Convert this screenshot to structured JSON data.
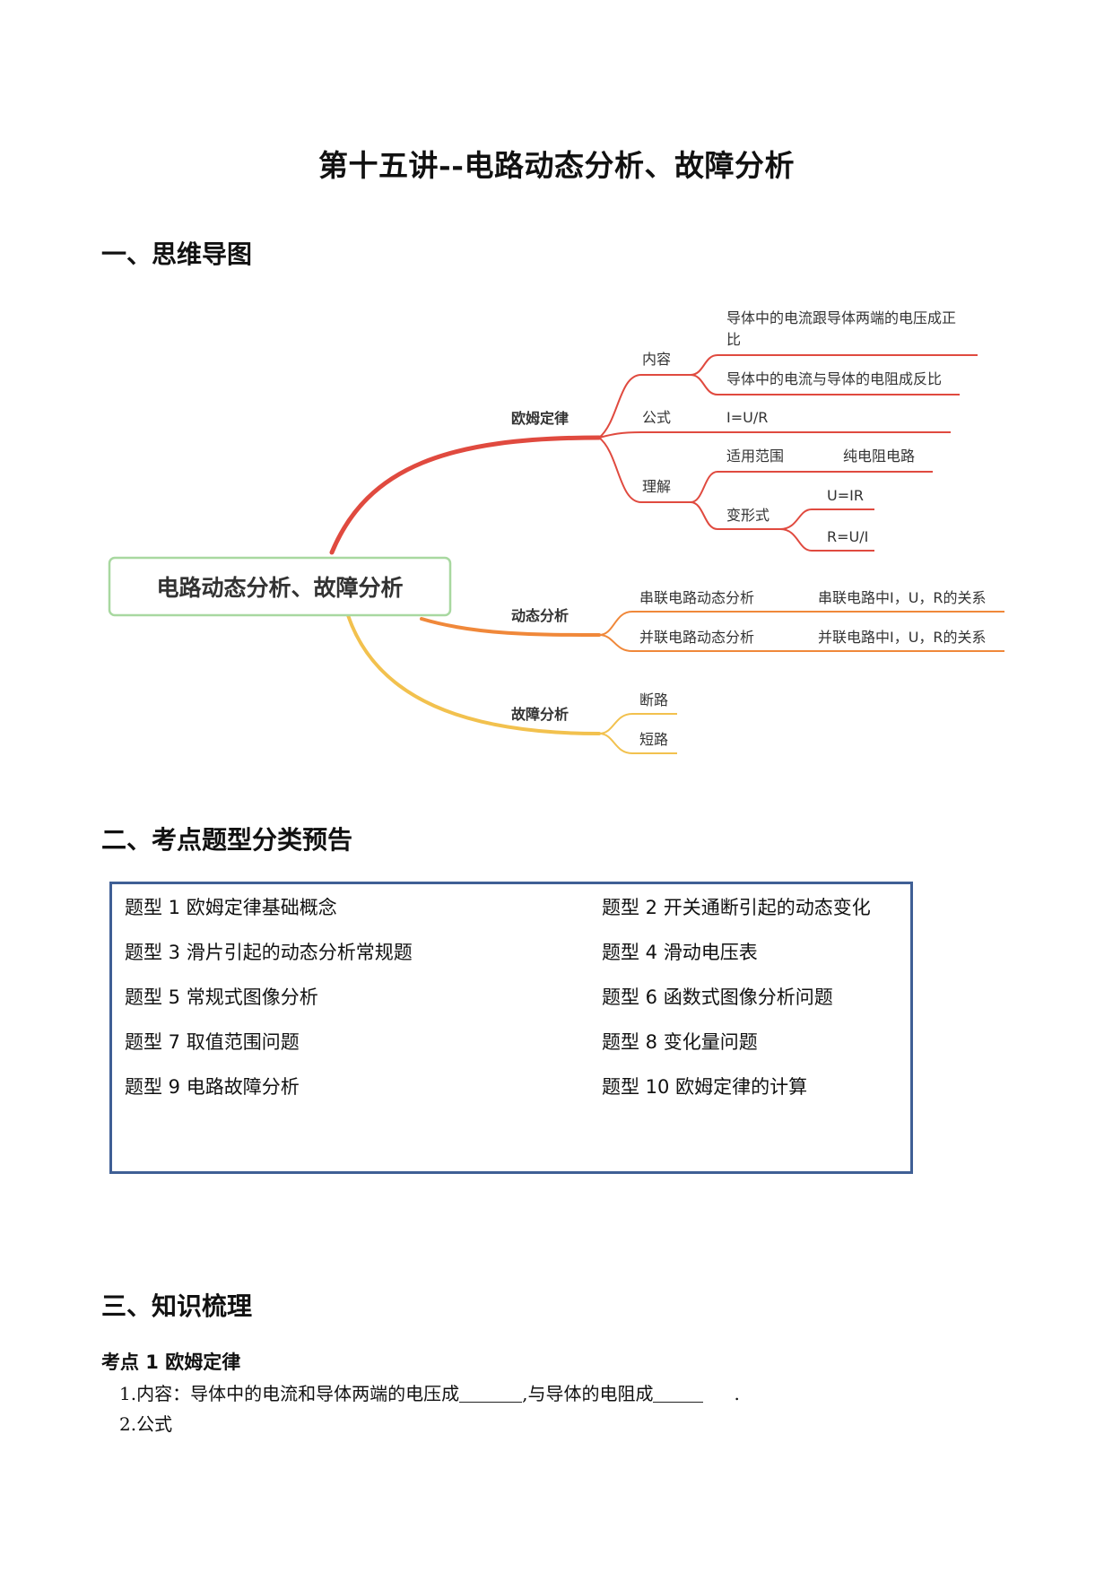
{
  "title": "第十五讲--电路动态分析、故障分析",
  "sections": {
    "s1": "一、思维导图",
    "s2": "二、考点题型分类预告",
    "s3": "三、知识梳理"
  },
  "mindmap": {
    "root": "电路动态分析、故障分析",
    "branches": {
      "ohm": "欧姆定律",
      "dynamic": "动态分析",
      "fault": "故障分析"
    },
    "ohm": {
      "content_label": "内容",
      "content_1a": "导体中的电流跟导体两端的电压成正",
      "content_1b": "比",
      "content_2": "导体中的电流与导体的电阻成反比",
      "formula_label": "公式",
      "formula": "I=U/R",
      "understand_label": "理解",
      "scope_label": "适用范围",
      "scope": "纯电阻电路",
      "variant_label": "变形式",
      "variant_1": "U=IR",
      "variant_2": "R=U/I"
    },
    "dynamic": {
      "series_label": "串联电路动态分析",
      "series": "串联电路中I，U，R的关系",
      "parallel_label": "并联电路动态分析",
      "parallel": "并联电路中I，U，R的关系"
    },
    "fault": {
      "open": "断路",
      "short": "短路"
    },
    "colors": {
      "ohm": "#e04a3f",
      "dynamic": "#f0883a",
      "fault": "#f2c14e",
      "root_border": "#a8d8a0"
    }
  },
  "question_types": [
    "题型 1  欧姆定律基础概念",
    "题型 2  开关通断引起的动态变化",
    "题型 3  滑片引起的动态分析常规题",
    "题型 4  滑动电压表",
    "题型 5  常规式图像分析",
    "题型 6  函数式图像分析问题",
    "题型 7  取值范围问题",
    "题型 8  变化量问题",
    "题型 9  电路故障分析",
    "题型 10  欧姆定律的计算"
  ],
  "knowledge": {
    "point1": "考点 1 欧姆定律",
    "line1_a": "1.内容：导体中的电流和导体两端的电压成",
    "line1_b": ",与导体的电阻成",
    "line1_c": ".",
    "line2": "2.公式"
  }
}
